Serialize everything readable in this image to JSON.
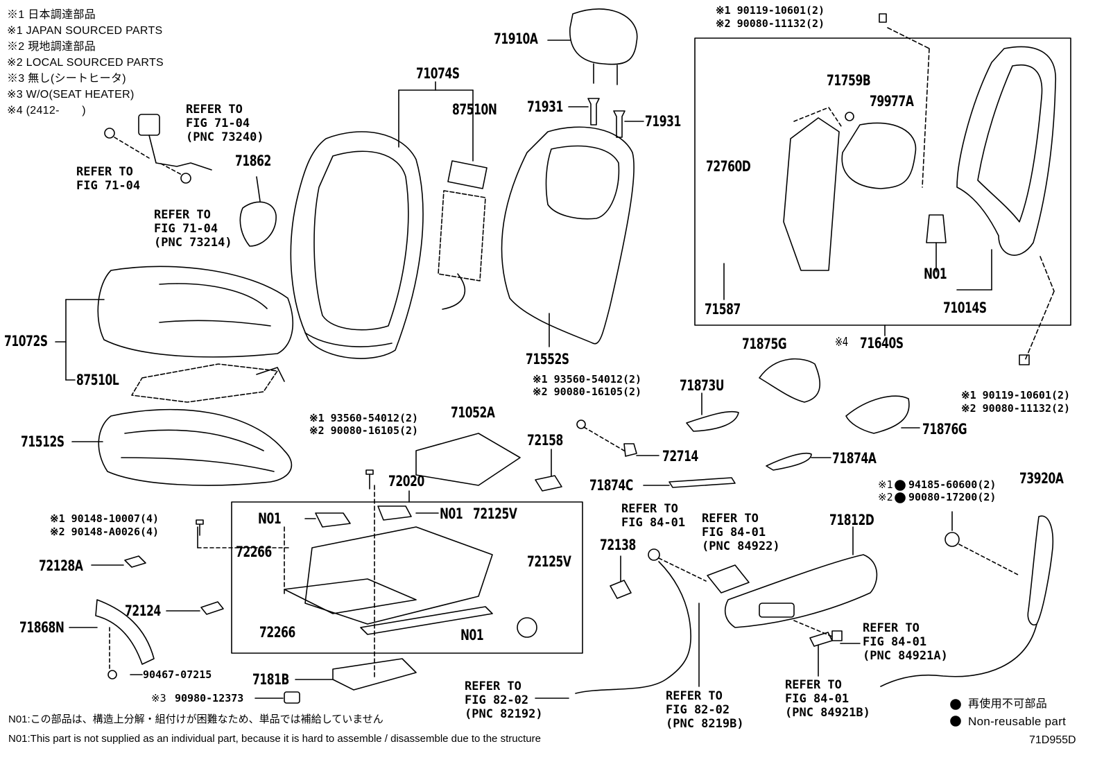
{
  "notes": [
    "※1 日本調達部品",
    "※1 JAPAN SOURCED PARTS",
    "※2 現地調達部品",
    "※2 LOCAL SOURCED PARTS",
    "※3 無し(シートヒータ)",
    "※3 W/O(SEAT HEATER)",
    "※4 (2412-　　)"
  ],
  "part_labels": {
    "p71910A": "71910A",
    "p71074S": "71074S",
    "p87510N": "87510N",
    "p71931a": "71931",
    "p71931b": "71931",
    "p71862": "71862",
    "p71072S": "71072S",
    "p87510L": "87510L",
    "p71512S": "71512S",
    "p71552S": "71552S",
    "p71759B": "71759B",
    "p79977A": "79977A",
    "p72760D": "72760D",
    "pN01r": "N01",
    "p71014S": "71014S",
    "p71587": "71587",
    "p71640S": "71640S",
    "p71640S_mark": "※4",
    "p71875G": "71875G",
    "p71873U": "71873U",
    "p71876G": "71876G",
    "p71874A": "71874A",
    "p72714": "72714",
    "p71052A": "71052A",
    "p72158": "72158",
    "p71874C": "71874C",
    "p72020": "72020",
    "pN01a": "N01",
    "pN01b": "N01",
    "p72125Va": "72125V",
    "p72125Vb": "72125V",
    "p72266a": "72266",
    "p72266b": "72266",
    "pN01c": "N01",
    "p72128A": "72128A",
    "p72124": "72124",
    "p71868N": "71868N",
    "p7181B": "7181B",
    "p72138": "72138",
    "p71812D": "71812D",
    "p73920A": "73920A"
  },
  "fastener_labels": {
    "top_right_1": "※1 90119-10601(2)",
    "top_right_2": "※2 90080-11132(2)",
    "right_1": "※1 90119-10601(2)",
    "right_2": "※2 90080-11132(2)",
    "mid_1": "※1 93560-54012(2)",
    "mid_2": "※2 90080-16105(2)",
    "left_mid_1": "※1 93560-54012(2)",
    "left_mid_2": "※2 90080-16105(2)",
    "left_1": "※1 90148-10007(4)",
    "left_2": "※2 90148-A0026(4)",
    "clip": "90467-07215",
    "heater_mark": "※3",
    "heater": "90980-12373",
    "nonreuse_1": "※1",
    "nonreuse_1b": "94185-60600(2)",
    "nonreuse_2": "※2",
    "nonreuse_2b": "90080-17200(2)"
  },
  "references": {
    "belt": "REFER TO\nFIG 71-04\n(PNC 73240)",
    "belt_left": "REFER TO\nFIG 71-04",
    "belt_washer": "REFER TO\nFIG 71-04\n(PNC 73214)",
    "fig84_01_a": "REFER TO\nFIG 84-01",
    "fig84_01_b": "REFER TO\nFIG 84-01\n(PNC 84922)",
    "fig84_01_c": "REFER TO\nFIG 84-01\n(PNC 84921A)",
    "fig84_01_d": "REFER TO\nFIG 84-01\n(PNC 84921B)",
    "fig82_02_a": "REFER TO\nFIG 82-02\n(PNC 82192)",
    "fig82_02_b": "REFER TO\nFIG 82-02\n(PNC 8219B)"
  },
  "legend": {
    "jp": "再使用不可部品",
    "en": "Non-reusable part"
  },
  "footnotes": {
    "jp": "N01:この部品は、構造上分解・組付けが困難なため、単品では補給していません",
    "en": "N01:This part is not supplied as an individual part, because it is hard to assemble / disassemble due to the structure"
  },
  "figure_code": "71D955D"
}
